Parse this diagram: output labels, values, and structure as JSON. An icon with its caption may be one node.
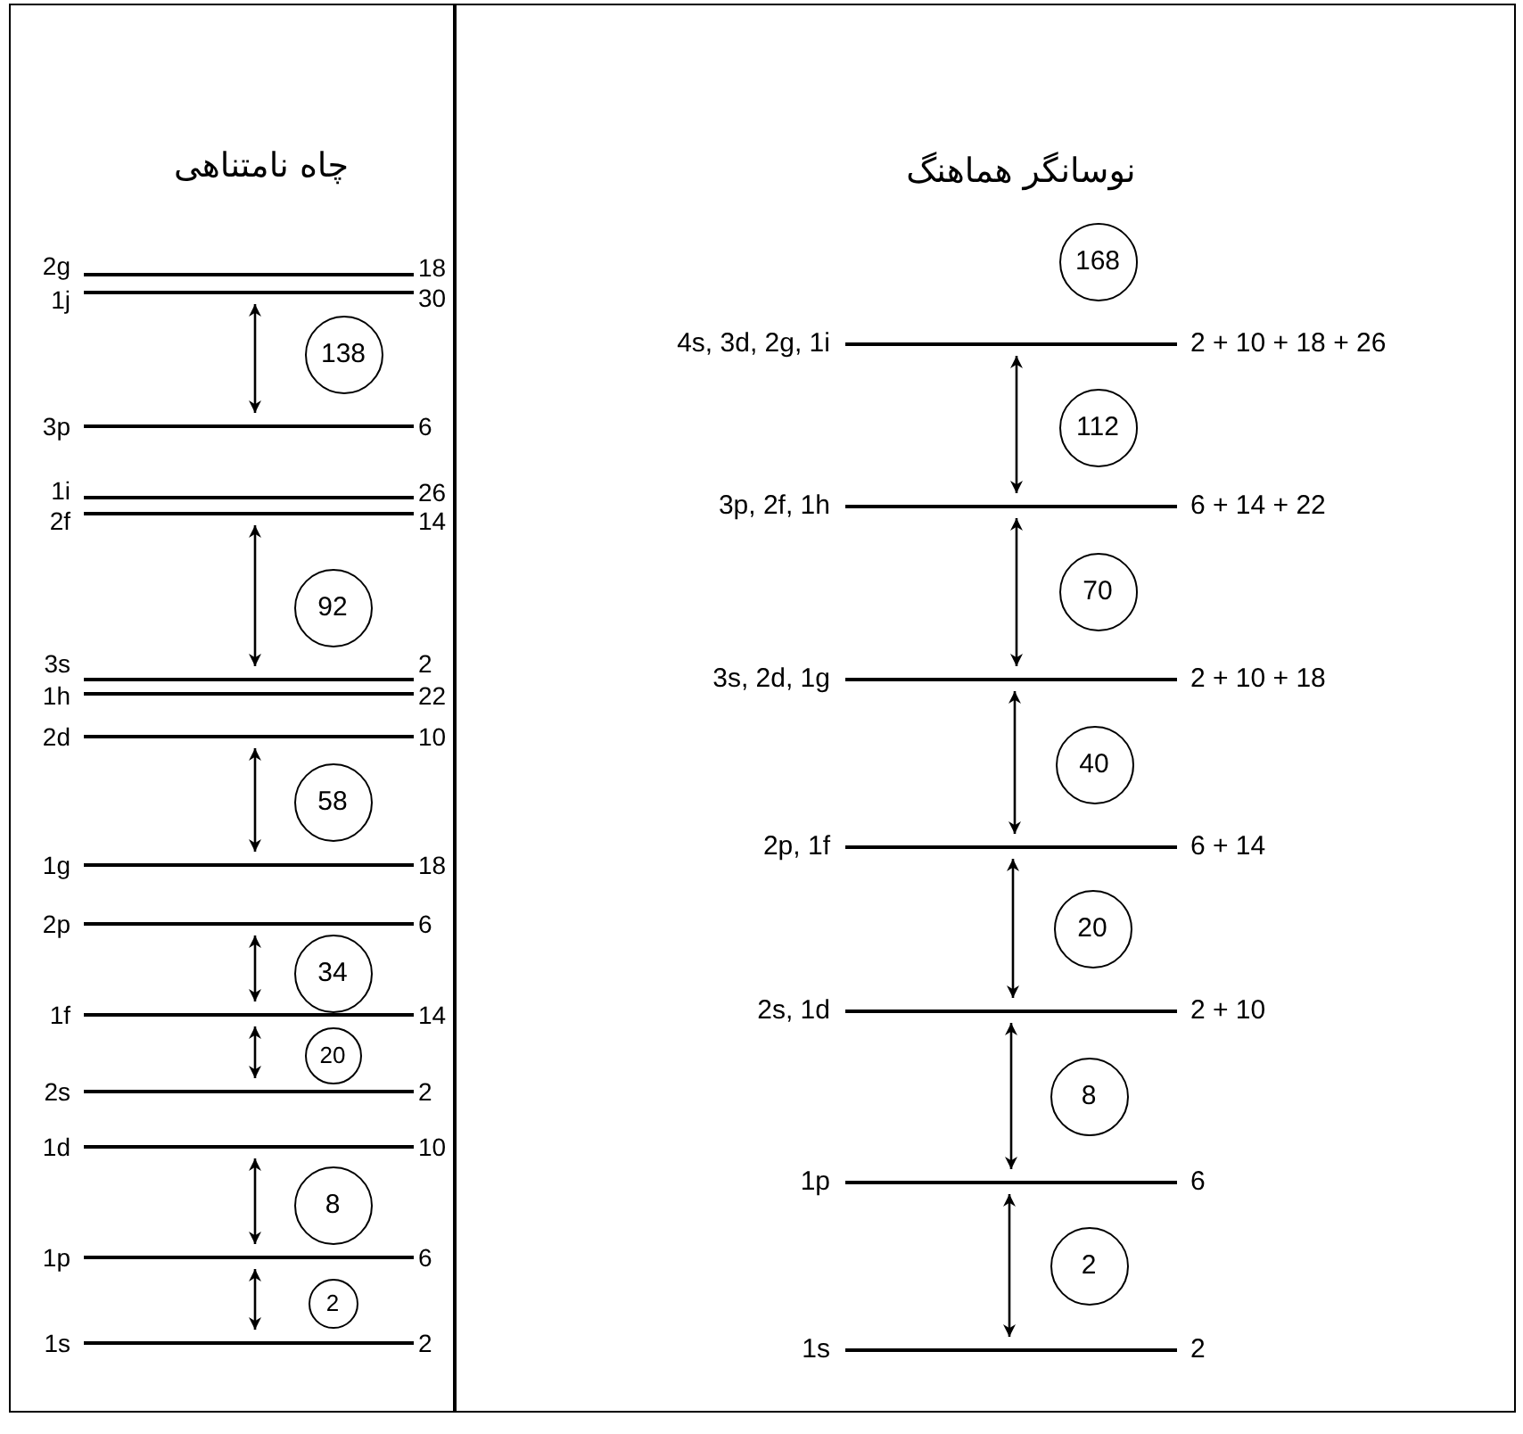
{
  "diagram": {
    "nodes": [
      {
        "text": [
          "چاه نامتناهی"
        ]
      },
      {
        "text": [
          "2g",
          "18"
        ],
        "in": 0
      },
      {
        "text": [
          "1j",
          "30"
        ],
        "in": 0
      },
      {
        "text": [
          "138"
        ],
        "in": 0
      },
      {
        "text": [
          "3p",
          "6"
        ],
        "in": 0
      },
      {
        "text": [
          "1i",
          "26"
        ],
        "in": 0
      },
      {
        "text": [
          "2f",
          "14"
        ],
        "in": 0
      },
      {
        "text": [
          "92"
        ],
        "in": 0
      },
      {
        "text": [
          "3s",
          "2"
        ],
        "in": 0
      },
      {
        "text": [
          "1h",
          "22"
        ],
        "in": 0
      },
      {
        "text": [
          "2d",
          "10"
        ],
        "in": 0
      },
      {
        "text": [
          "58"
        ],
        "in": 0
      },
      {
        "text": [
          "1g",
          "18"
        ],
        "in": 0
      },
      {
        "text": [
          "2p",
          "6"
        ],
        "in": 0
      },
      {
        "text": [
          "34"
        ],
        "in": 0
      },
      {
        "text": [
          "1f",
          "14"
        ],
        "in": 0
      },
      {
        "text": [
          "20"
        ],
        "in": 0
      },
      {
        "text": [
          "2s",
          "2"
        ],
        "in": 0
      },
      {
        "text": [
          "1d",
          "10"
        ],
        "in": 0
      },
      {
        "text": [
          "8"
        ],
        "in": 0
      },
      {
        "text": [
          "1p",
          "6"
        ],
        "in": 0
      },
      {
        "text": [
          "2"
        ],
        "in": 0
      },
      {
        "text": [
          "1s",
          "2"
        ],
        "in": 0
      },
      {
        "text": [
          "نوسانگر هماهنگ"
        ]
      },
      {
        "text": [
          "168"
        ],
        "in": 23
      },
      {
        "text": [
          "4s, 3d, 2g, 1i",
          "2 + 10 + 18 + 26"
        ],
        "in": 23
      },
      {
        "text": [
          "112"
        ],
        "in": 23
      },
      {
        "text": [
          "3p, 2f, 1h",
          "6 + 14 + 22"
        ],
        "in": 23
      },
      {
        "text": [
          "70"
        ],
        "in": 23
      },
      {
        "text": [
          "3s, 2d, 1g",
          "2 + 10 + 18"
        ],
        "in": 23
      },
      {
        "text": [
          "40"
        ],
        "in": 23
      },
      {
        "text": [
          "2p, 1f",
          "6 + 14"
        ],
        "in": 23
      },
      {
        "text": [
          "20"
        ],
        "in": 23
      },
      {
        "text": [
          "2s, 1d",
          "2 + 10"
        ],
        "in": 23
      },
      {
        "text": [
          "8"
        ],
        "in": 23
      },
      {
        "text": [
          "1p",
          "6"
        ],
        "in": 23
      },
      {
        "text": [
          "2"
        ],
        "in": 23
      },
      {
        "text": [
          "1s",
          "2"
        ],
        "in": 23
      }
    ],
    "edges": [
      {
        "from": 2,
        "to": 4,
        "arrow": "both"
      },
      {
        "from": 6,
        "to": 8,
        "arrow": "both"
      },
      {
        "from": 10,
        "to": 12,
        "arrow": "both"
      },
      {
        "from": 13,
        "to": 15,
        "arrow": "both"
      },
      {
        "from": 15,
        "to": 17,
        "arrow": "both"
      },
      {
        "from": 18,
        "to": 20,
        "arrow": "both"
      },
      {
        "from": 20,
        "to": 22,
        "arrow": "both"
      },
      {
        "from": 25,
        "to": 27,
        "arrow": "both"
      },
      {
        "from": 27,
        "to": 29,
        "arrow": "both"
      },
      {
        "from": 29,
        "to": 31,
        "arrow": "both"
      },
      {
        "from": 31,
        "to": 33,
        "arrow": "both"
      },
      {
        "from": 33,
        "to": 35,
        "arrow": "both"
      },
      {
        "from": 35,
        "to": 37,
        "arrow": "both"
      }
    ]
  }
}
